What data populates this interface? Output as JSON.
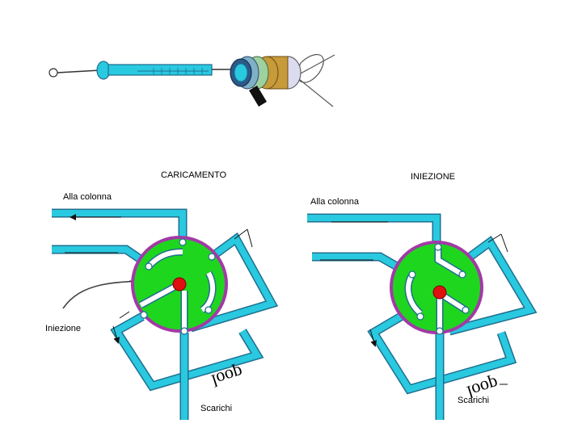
{
  "labels": {
    "loading_title": "CARICAMENTO",
    "injection_title": "INIEZIONE",
    "column_left": "Alla colonna",
    "column_right": "Alla colonna",
    "injection_port": "Iniezione",
    "loop_left": "loop",
    "loop_right": "loop",
    "waste_left": "Scarichi",
    "waste_right": "Scarichi"
  },
  "colors": {
    "tubing": "#29c9e0",
    "tubing_outline": "#1f6f8f",
    "rotor": "#1fd61f",
    "valve_ring": "#a23aa6",
    "hub": "#e01010",
    "plunger_cap": "#c79a3a"
  }
}
